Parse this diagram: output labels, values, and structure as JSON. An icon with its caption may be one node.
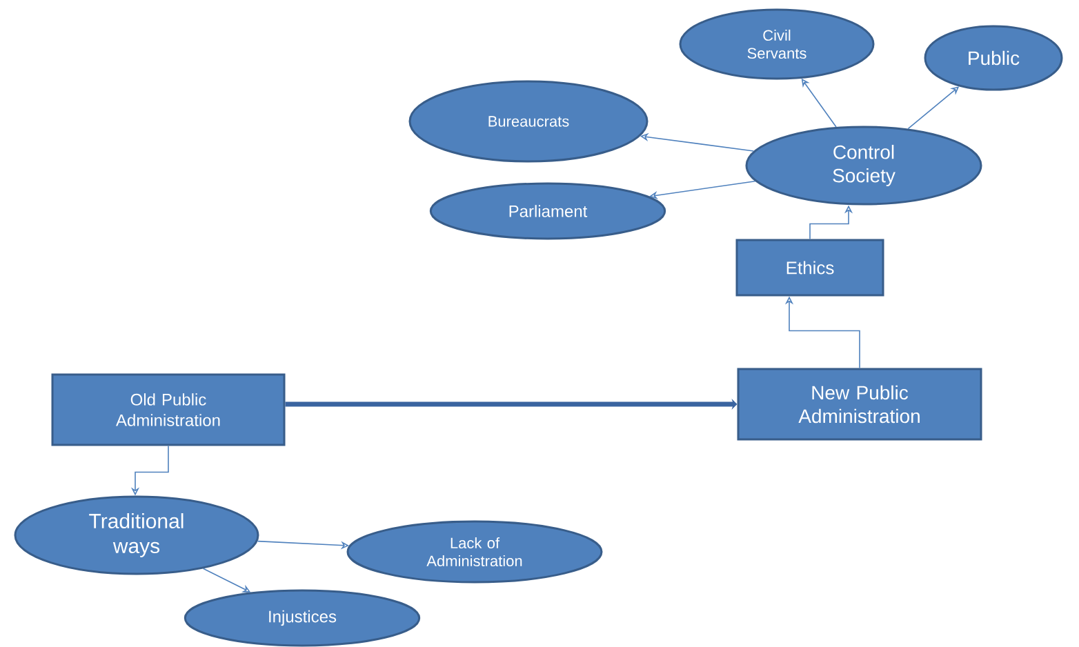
{
  "diagram": {
    "nodes": [
      {
        "text": [
          "Civil Servants"
        ]
      },
      {
        "text": [
          "Public"
        ]
      },
      {
        "text": [
          "Bureaucrats"
        ]
      },
      {
        "text": [
          "Control Society"
        ]
      },
      {
        "text": [
          "Parliament"
        ]
      },
      {
        "text": [
          "Ethics"
        ]
      },
      {
        "text": [
          "Old Public Administration"
        ]
      },
      {
        "text": [
          "New Public Administration"
        ]
      },
      {
        "text": [
          "Traditional ways"
        ]
      },
      {
        "text": [
          "Lack of Administration"
        ]
      },
      {
        "text": [
          "Injustices"
        ]
      }
    ],
    "edges": [
      {
        "from": 3,
        "to": 0,
        "arrow": "to"
      },
      {
        "from": 3,
        "to": 1,
        "arrow": "to"
      },
      {
        "from": 3,
        "to": 2,
        "arrow": "to"
      },
      {
        "from": 3,
        "to": 4,
        "arrow": "to"
      },
      {
        "from": 5,
        "to": 3,
        "arrow": "to"
      },
      {
        "from": 7,
        "to": 5,
        "arrow": "to"
      },
      {
        "from": 6,
        "to": 7,
        "arrow": "to",
        "style": "thick",
        "color": "#3a64a0"
      },
      {
        "from": 6,
        "to": 8,
        "arrow": "to"
      },
      {
        "from": 8,
        "to": 9,
        "arrow": "to"
      },
      {
        "from": 8,
        "to": 10,
        "arrow": "to"
      }
    ]
  }
}
